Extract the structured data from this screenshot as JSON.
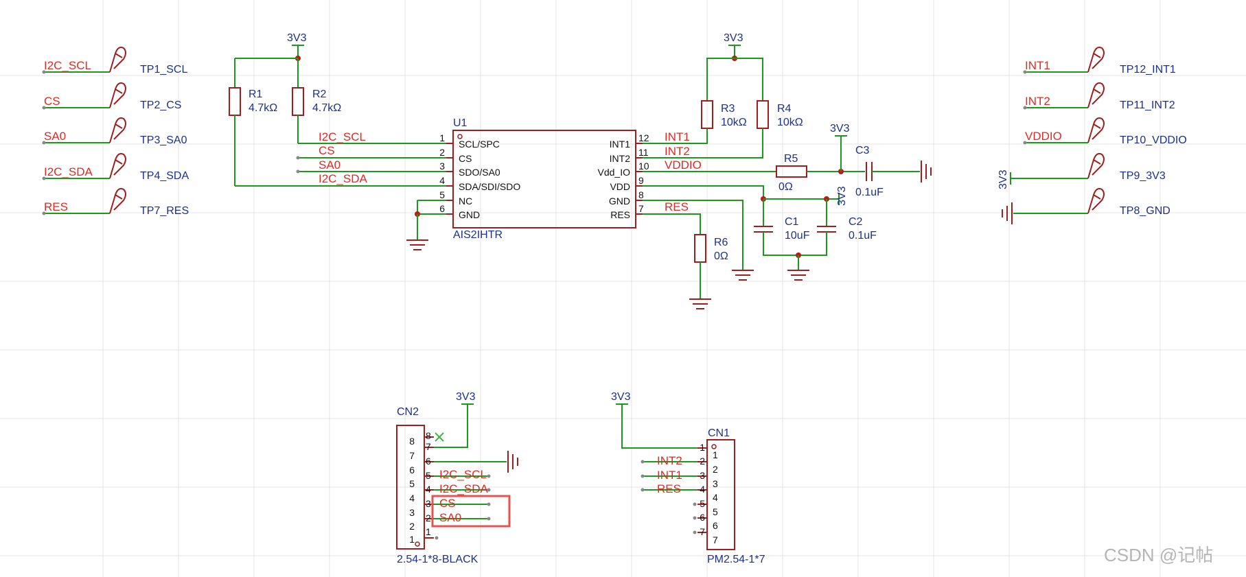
{
  "nets": {
    "i2c_scl": "I2C_SCL",
    "cs": "CS",
    "sa0": "SA0",
    "i2c_sda": "I2C_SDA",
    "res": "RES",
    "int1": "INT1",
    "int2": "INT2",
    "vddio": "VDDIO",
    "v3v3": "3V3"
  },
  "testpoints": {
    "tp1": "TP1_SCL",
    "tp2": "TP2_CS",
    "tp3": "TP3_SA0",
    "tp4": "TP4_SDA",
    "tp7": "TP7_RES",
    "tp12": "TP12_INT1",
    "tp11": "TP11_INT2",
    "tp10": "TP10_VDDIO",
    "tp9": "TP9_3V3",
    "tp8": "TP8_GND"
  },
  "u1": {
    "designator": "U1",
    "part": "AIS2IHTR",
    "left_pins": [
      {
        "num": "1",
        "name": "SCL/SPC"
      },
      {
        "num": "2",
        "name": "CS"
      },
      {
        "num": "3",
        "name": "SDO/SA0"
      },
      {
        "num": "4",
        "name": "SDA/SDI/SDO"
      },
      {
        "num": "5",
        "name": "NC"
      },
      {
        "num": "6",
        "name": "GND"
      }
    ],
    "right_pins": [
      {
        "num": "12",
        "name": "INT1"
      },
      {
        "num": "11",
        "name": "INT2"
      },
      {
        "num": "10",
        "name": "Vdd_IO"
      },
      {
        "num": "9",
        "name": "VDD"
      },
      {
        "num": "8",
        "name": "GND"
      },
      {
        "num": "7",
        "name": "RES"
      }
    ]
  },
  "passives": {
    "r1": {
      "des": "R1",
      "val": "4.7kΩ"
    },
    "r2": {
      "des": "R2",
      "val": "4.7kΩ"
    },
    "r3": {
      "des": "R3",
      "val": "10kΩ"
    },
    "r4": {
      "des": "R4",
      "val": "10kΩ"
    },
    "r5": {
      "des": "R5",
      "val": "0Ω"
    },
    "r6": {
      "des": "R6",
      "val": "0Ω"
    },
    "c1": {
      "des": "C1",
      "val": "10uF"
    },
    "c2": {
      "des": "C2",
      "val": "0.1uF"
    },
    "c3": {
      "des": "C3",
      "val": "0.1uF"
    }
  },
  "cn2": {
    "designator": "CN2",
    "part": "2.54-1*8-BLACK",
    "pins": [
      "8",
      "7",
      "6",
      "5",
      "4",
      "3",
      "2",
      "1"
    ]
  },
  "cn1": {
    "designator": "CN1",
    "part": "PM2.54-1*7",
    "pins": [
      "1",
      "2",
      "3",
      "4",
      "5",
      "6",
      "7"
    ]
  },
  "watermark": "CSDN @记帖",
  "colors": {
    "wire": "#1a9a1a",
    "component": "#a11d1d",
    "net_label": "#e4281f",
    "designator": "#1c2f8f",
    "highlight_box": "#e8534f"
  }
}
